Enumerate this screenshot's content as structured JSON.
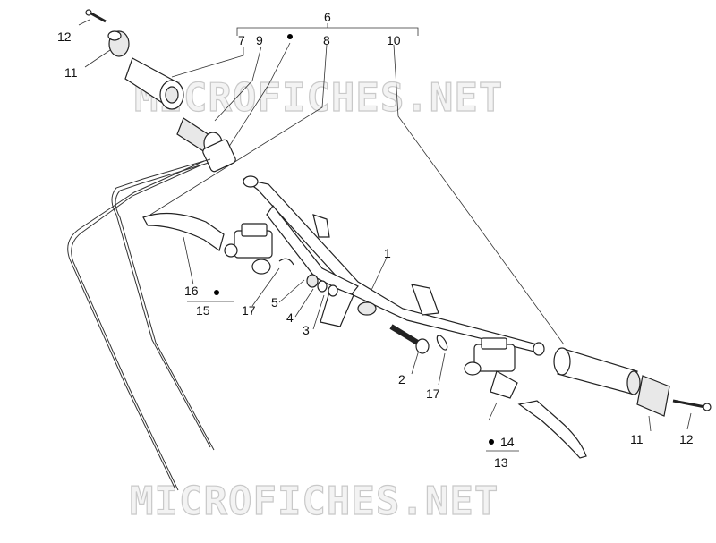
{
  "watermark": "MICROFICHES.NET",
  "labels": {
    "l1": "1",
    "l2": "2",
    "l3": "3",
    "l4": "4",
    "l5": "5",
    "l6": "6",
    "l7": "7",
    "l8": "8",
    "l9": "9",
    "l10": "10",
    "l11a": "11",
    "l11b": "11",
    "l12a": "12",
    "l12b": "12",
    "l13": "13",
    "l14": "14",
    "l15": "15",
    "l16": "16",
    "l17a": "17",
    "l17b": "17"
  }
}
